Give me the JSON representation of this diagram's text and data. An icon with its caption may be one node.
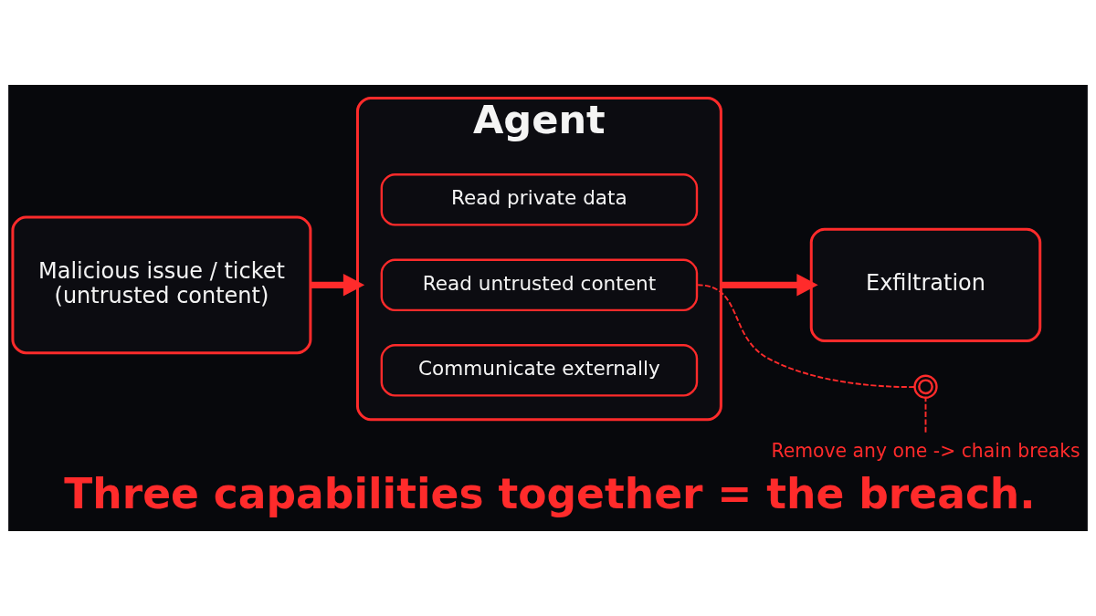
{
  "diagram": {
    "caption": "Three capabilities together = the breach.",
    "nodes": [
      {
        "text": [
          "Malicious issue / ticket",
          "(untrusted content)"
        ]
      },
      {
        "text": [
          "Agent"
        ]
      },
      {
        "text": [
          "Read private data"
        ],
        "in": 1
      },
      {
        "text": [
          "Read untrusted content"
        ],
        "in": 1
      },
      {
        "text": [
          "Communicate externally"
        ],
        "in": 1
      },
      {
        "text": [
          "Exfiltration"
        ]
      },
      {
        "text": [
          "Remove any one -> chain breaks"
        ]
      },
      {
        "text": [],
        "shape": "scissors"
      }
    ],
    "edges": [
      {
        "from": 0,
        "to": 1,
        "arrow": "to",
        "style": "thick"
      },
      {
        "from": 1,
        "to": 5,
        "arrow": "to",
        "style": "thick"
      },
      {
        "from": 6,
        "to": 7,
        "arrow": "none",
        "style": "dashed"
      },
      {
        "from": 7,
        "to": 3,
        "arrow": "none",
        "style": "dashed"
      }
    ]
  }
}
